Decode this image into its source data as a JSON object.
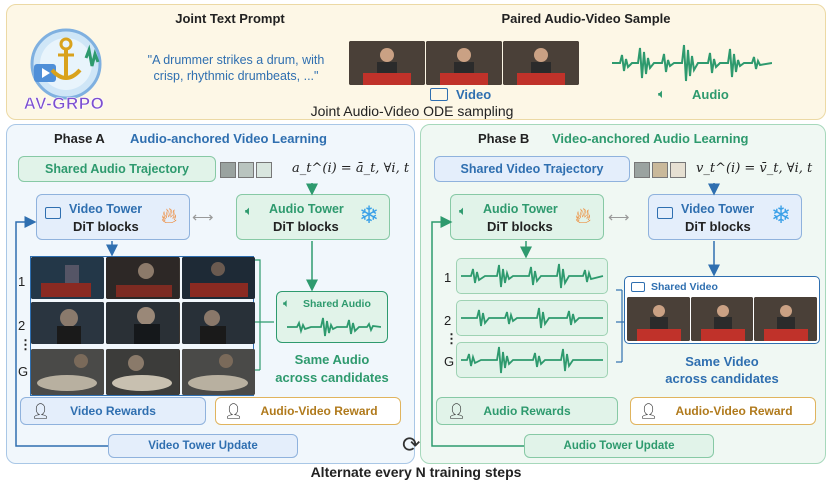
{
  "top": {
    "logo_text": "AV-GRPO",
    "prompt_title": "Joint Text Prompt",
    "prompt_text": "\"A drummer strikes a drum, with crisp, rhythmic drumbeats, ...\"",
    "sample_title": "Paired Audio-Video Sample",
    "video_label": "Video",
    "audio_label": "Audio",
    "sampling_label": "Joint Audio-Video ODE sampling"
  },
  "phase_a": {
    "title": "Phase A",
    "subtitle": "Audio-anchored Video Learning",
    "shared_traj": "Shared Audio Trajectory",
    "traj_formula": "a_t^(i) = ā_t, ∀i, t",
    "video_tower": "Video Tower",
    "audio_tower": "Audio Tower",
    "dit": "DiT blocks",
    "row_labels": [
      "1",
      "2",
      "⋮",
      "G"
    ],
    "shared_audio": "Shared Audio",
    "same_label_1": "Same Audio",
    "same_label_2": "across candidates",
    "rewards": "Video Rewards",
    "av_reward": "Audio-Video Reward",
    "update": "Video Tower Update"
  },
  "phase_b": {
    "title": "Phase B",
    "subtitle": "Video-anchored Audio Learning",
    "shared_traj": "Shared Video Trajectory",
    "traj_formula": "v_t^(i) = v̄_t, ∀i, t",
    "audio_tower": "Audio Tower",
    "video_tower": "Video Tower",
    "dit": "DiT blocks",
    "row_labels": [
      "1",
      "2",
      "⋮",
      "G"
    ],
    "shared_video": "Shared Video",
    "same_label_1": "Same Video",
    "same_label_2": "across candidates",
    "rewards": "Audio Rewards",
    "av_reward": "Audio-Video Reward",
    "update": "Audio Tower Update"
  },
  "footer": {
    "alternate": "Alternate every N training steps"
  },
  "colors": {
    "blue": "#2f6fb0",
    "green": "#2e9a6e",
    "gold": "#b07a1c",
    "top_bg": "#fdf6e3"
  }
}
